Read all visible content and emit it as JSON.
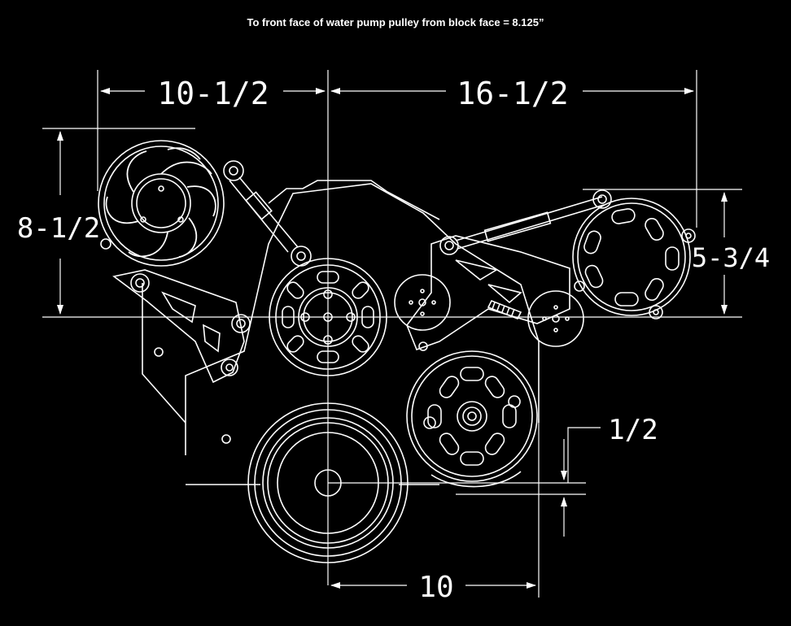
{
  "title": "To front face of water pump pulley from block face = 8.125”",
  "dimensions": {
    "top_left": "10-1/2",
    "top_right": "16-1/2",
    "left_height": "8-1/2",
    "right_height": "5-3/4",
    "offset": "1/2",
    "bottom": "10"
  },
  "colors": {
    "background": "#000000",
    "lines": "#ffffff"
  }
}
